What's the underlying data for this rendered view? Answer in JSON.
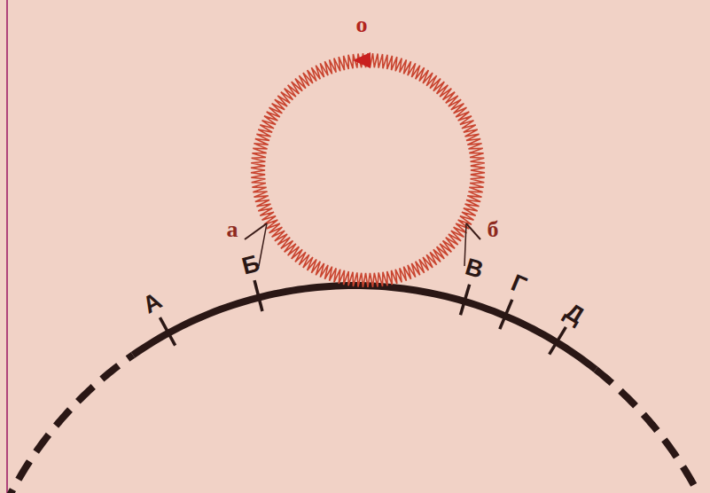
{
  "diagram": {
    "labels": [
      "о",
      "а",
      "б",
      "А",
      "Б",
      "В",
      "Г",
      "Д"
    ]
  }
}
